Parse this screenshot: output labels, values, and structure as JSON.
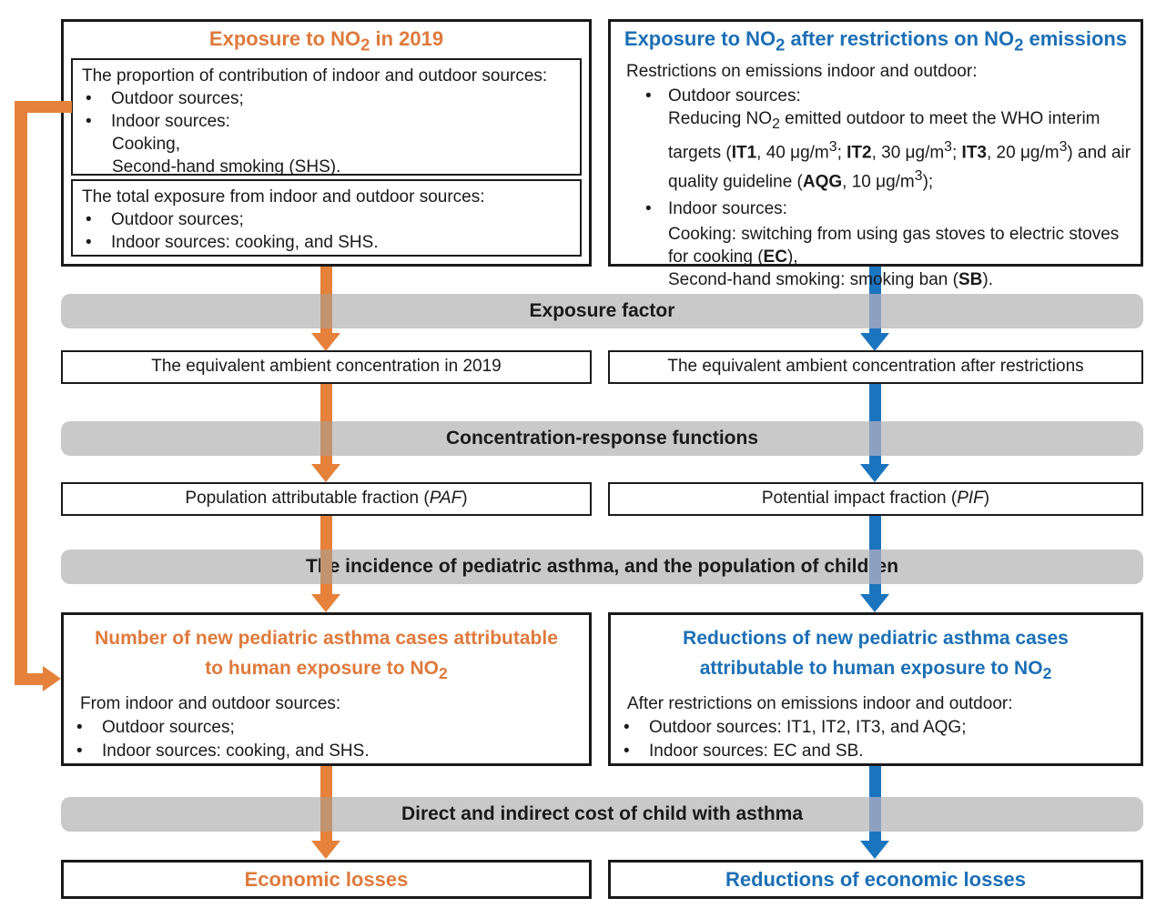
{
  "colors": {
    "orange_text": "#DE7A3C",
    "orange_arrow": "#E5813B",
    "blue_text": "#1C6FB5",
    "blue_arrow": "#1B74BE",
    "band_gray": "#C9C9C9",
    "muted_orange": "#C1946F",
    "muted_blue": "#8DA0C1"
  },
  "flow": {
    "bands": [
      "Exposure factor",
      "Concentration-response functions",
      "The incidence of pediatric asthma, and the population of children",
      "Direct and indirect cost of child with asthma"
    ],
    "left": {
      "top": {
        "title": "Exposure to NO~2~ in 2019",
        "box1": {
          "heading": "The proportion of contribution of indoor and outdoor sources:",
          "bullet1": "Outdoor sources;",
          "bullet2": "Indoor sources:",
          "sub1": "Cooking,",
          "sub2": "Second-hand smoking (SHS)."
        },
        "box2": {
          "heading": "The total exposure from indoor and outdoor sources:",
          "bullet1": "Outdoor sources;",
          "bullet2": "Indoor sources: cooking, and SHS."
        }
      },
      "row1": "The equivalent ambient concentration in 2019",
      "row2": "Population attributable fraction (*PAF*)",
      "big": {
        "title1": "Number of new pediatric asthma cases attributable",
        "title2": "to human exposure to NO~2~",
        "heading": "From indoor and outdoor sources:",
        "bullet1": "Outdoor sources;",
        "bullet2": "Indoor sources: cooking, and SHS."
      },
      "bottom": "Economic losses"
    },
    "right": {
      "top": {
        "title": "Exposure to NO~2~ after restrictions on NO~2~ emissions",
        "heading": "Restrictions on emissions indoor and outdoor:",
        "bullet1_label": "Outdoor sources:",
        "bullet1_line1": "Reducing NO~2~ emitted outdoor to meet the WHO interim",
        "bullet1_line2": "targets (**IT1**, 40 μg/m^3^; **IT2**, 30 μg/m^3^; **IT3**, 20 μg/m^3^) and air",
        "bullet1_line3": "quality guideline (**AQG**, 10 μg/m^3^);",
        "bullet2_label": "Indoor sources:",
        "bullet2_line1": "Cooking: switching from using gas stoves to electric stoves",
        "bullet2_line2": "for cooking (**EC**),",
        "bullet2_line3": "Second-hand smoking: smoking ban (**SB**)."
      },
      "row1": "The equivalent ambient concentration after restrictions",
      "row2": "Potential impact fraction (*PIF*)",
      "big": {
        "title1": "Reductions of new pediatric asthma cases",
        "title2": "attributable to human exposure to NO~2~",
        "heading": "After restrictions on emissions indoor and outdoor:",
        "bullet1": "Outdoor sources: IT1, IT2, IT3, and AQG;",
        "bullet2": "Indoor sources: EC and SB."
      },
      "bottom": "Reductions of economic losses"
    },
    "bullet_glyph": "•"
  }
}
